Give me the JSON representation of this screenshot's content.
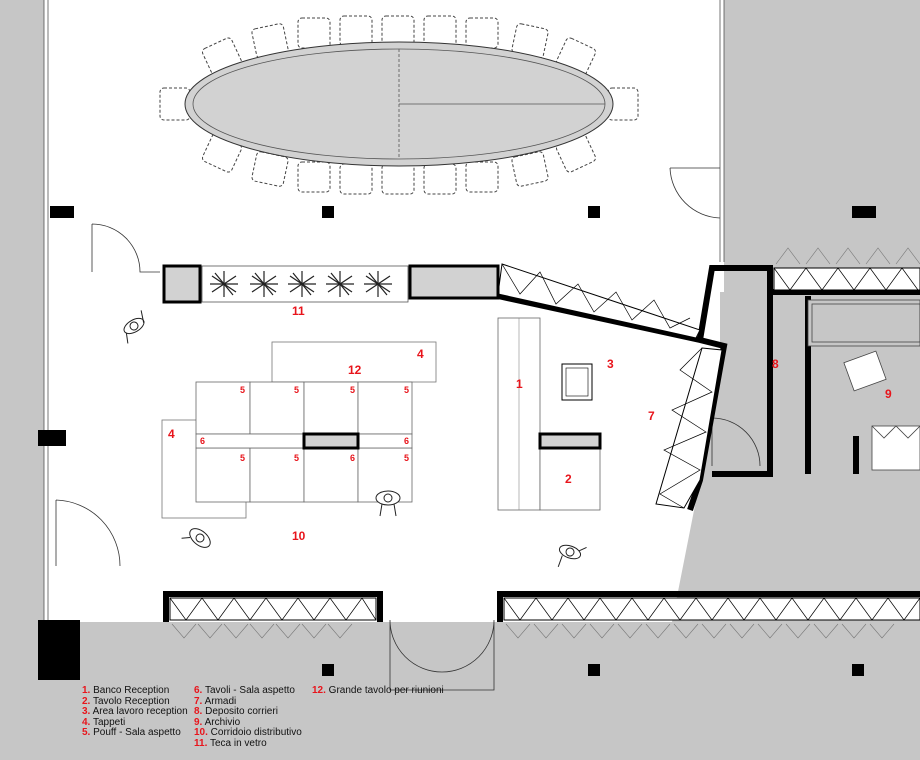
{
  "colors": {
    "background": "#ffffff",
    "outside_area": "#c6c6c6",
    "furniture": "#d2d2d2",
    "wall": "#000000",
    "label_red": "#e8141b",
    "legend_text": "#111111"
  },
  "plan_labels": {
    "teca": "11",
    "tavolo_riunioni": "12",
    "tappeto_upper": "4",
    "tappeto_left": "4",
    "banco": "1",
    "area_lavoro": "3",
    "armadi": "7",
    "deposito": "8",
    "archivio": "9",
    "tavolo_reception": "2",
    "corridoio": "10",
    "pouff": "5",
    "tavoli": "6"
  },
  "legend": {
    "col1": [
      {
        "num": "1.",
        "text": "Banco Reception"
      },
      {
        "num": "2.",
        "text": "Tavolo Reception"
      },
      {
        "num": "3.",
        "text": "Area lavoro reception"
      },
      {
        "num": "4.",
        "text": "Tappeti"
      },
      {
        "num": "5.",
        "text": "Pouff - Sala aspetto"
      }
    ],
    "col2": [
      {
        "num": "6.",
        "text": "Tavoli - Sala aspetto"
      },
      {
        "num": "7.",
        "text": "Armadi"
      },
      {
        "num": "8.",
        "text": "Deposito corrieri"
      },
      {
        "num": "9.",
        "text": "Archivio"
      },
      {
        "num": "10.",
        "text": "Corridoio distributivo"
      },
      {
        "num": "11.",
        "text": "Teca in vetro"
      }
    ],
    "col3": [
      {
        "num": "12.",
        "text": "Grande tavolo per riunioni"
      }
    ]
  }
}
